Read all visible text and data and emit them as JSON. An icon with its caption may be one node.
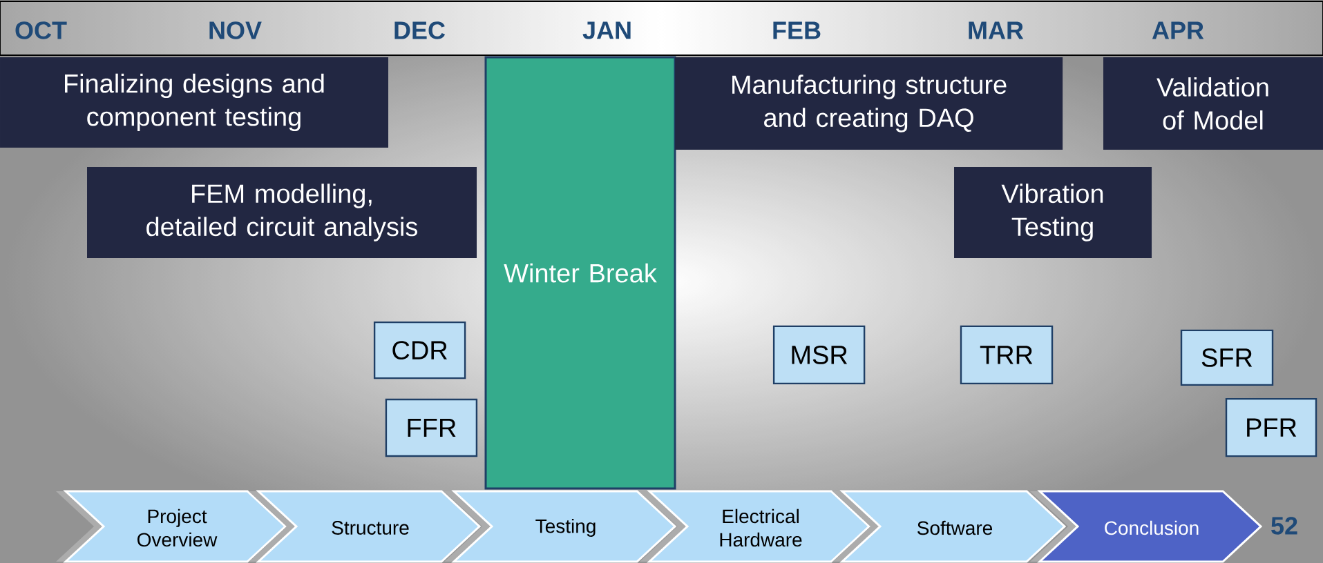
{
  "diagram": {
    "nodes": [
      {
        "text": [
          "Finalizing designs and component testing"
        ]
      },
      {
        "text": [
          "Winter Break"
        ]
      },
      {
        "text": [
          "Manufacturing structure and creating DAQ"
        ]
      },
      {
        "text": [
          "Validation of Model"
        ]
      },
      {
        "text": [
          "FEM modelling, detailed circuit analysis"
        ]
      },
      {
        "text": [
          "Vibration Testing"
        ]
      },
      {
        "text": [
          "CDR"
        ]
      },
      {
        "text": [
          "MSR"
        ]
      },
      {
        "text": [
          "TRR"
        ]
      },
      {
        "text": [
          "SFR"
        ]
      },
      {
        "text": [
          "FFR"
        ]
      },
      {
        "text": [
          "PFR"
        ]
      },
      {
        "text": [
          "Project Overview"
        ]
      },
      {
        "text": [
          "Structure"
        ]
      },
      {
        "text": [
          "Testing"
        ]
      },
      {
        "text": [
          "Electrical Hardware"
        ]
      },
      {
        "text": [
          "Software"
        ]
      },
      {
        "text": [
          "Conclusion"
        ]
      }
    ],
    "labels": [
      "OCT",
      "NOV",
      "DEC",
      "JAN",
      "FEB",
      "MAR",
      "APR",
      "52"
    ]
  }
}
